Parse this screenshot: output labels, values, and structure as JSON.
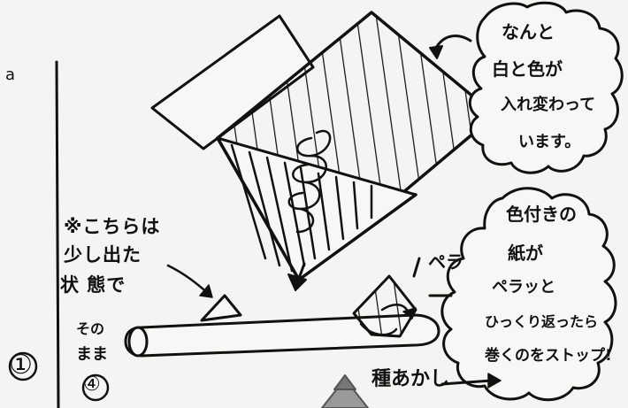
{
  "page_letter": "a",
  "step_one": "①",
  "step_four": "④",
  "note_lines": [
    "※こちらは",
    "少し出た",
    "状 態で",
    "その",
    "まま"
  ],
  "bubble_top_lines": [
    "なんと",
    "白と色が",
    "入れ変わって",
    "います。"
  ],
  "bubble_right_lines": [
    "色付きの",
    "紙が",
    "ペラッと",
    "ひっくり返ったら",
    "巻くのをストップ!"
  ],
  "pera_label": "ペラ",
  "tane_label": "種あかし"
}
